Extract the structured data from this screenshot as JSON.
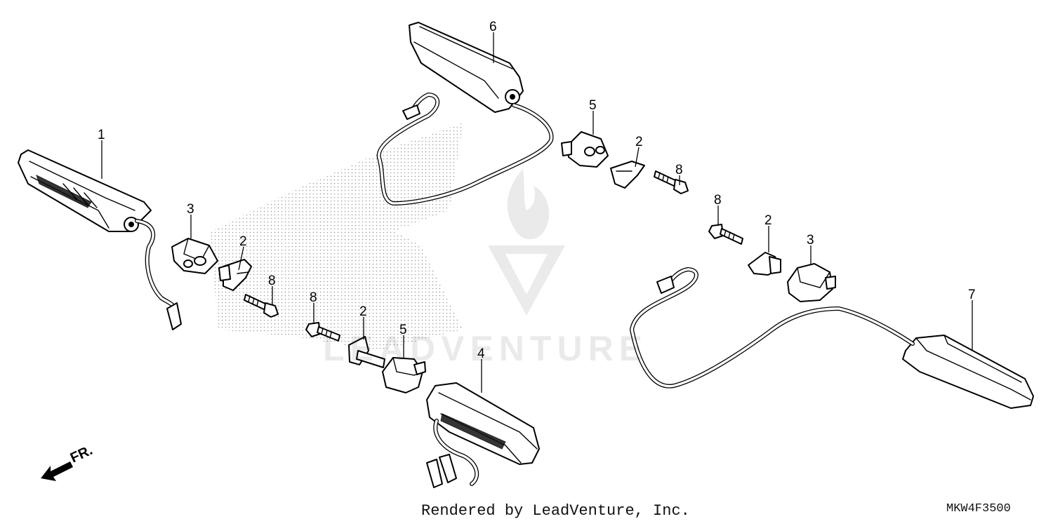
{
  "diagram": {
    "callouts": {
      "c1": "1",
      "c2a": "2",
      "c2b": "2",
      "c2c": "2",
      "c2d": "2",
      "c3a": "3",
      "c3b": "3",
      "c4": "4",
      "c5a": "5",
      "c5b": "5",
      "c6": "6",
      "c7": "7",
      "c8a": "8",
      "c8b": "8",
      "c8c": "8",
      "c8d": "8"
    },
    "direction_label": "FR.",
    "watermark": "LEADVENTURE",
    "footer": {
      "rendered_by": "Rendered by LeadVenture, Inc.",
      "diagram_code": "MKW4F3500"
    }
  }
}
